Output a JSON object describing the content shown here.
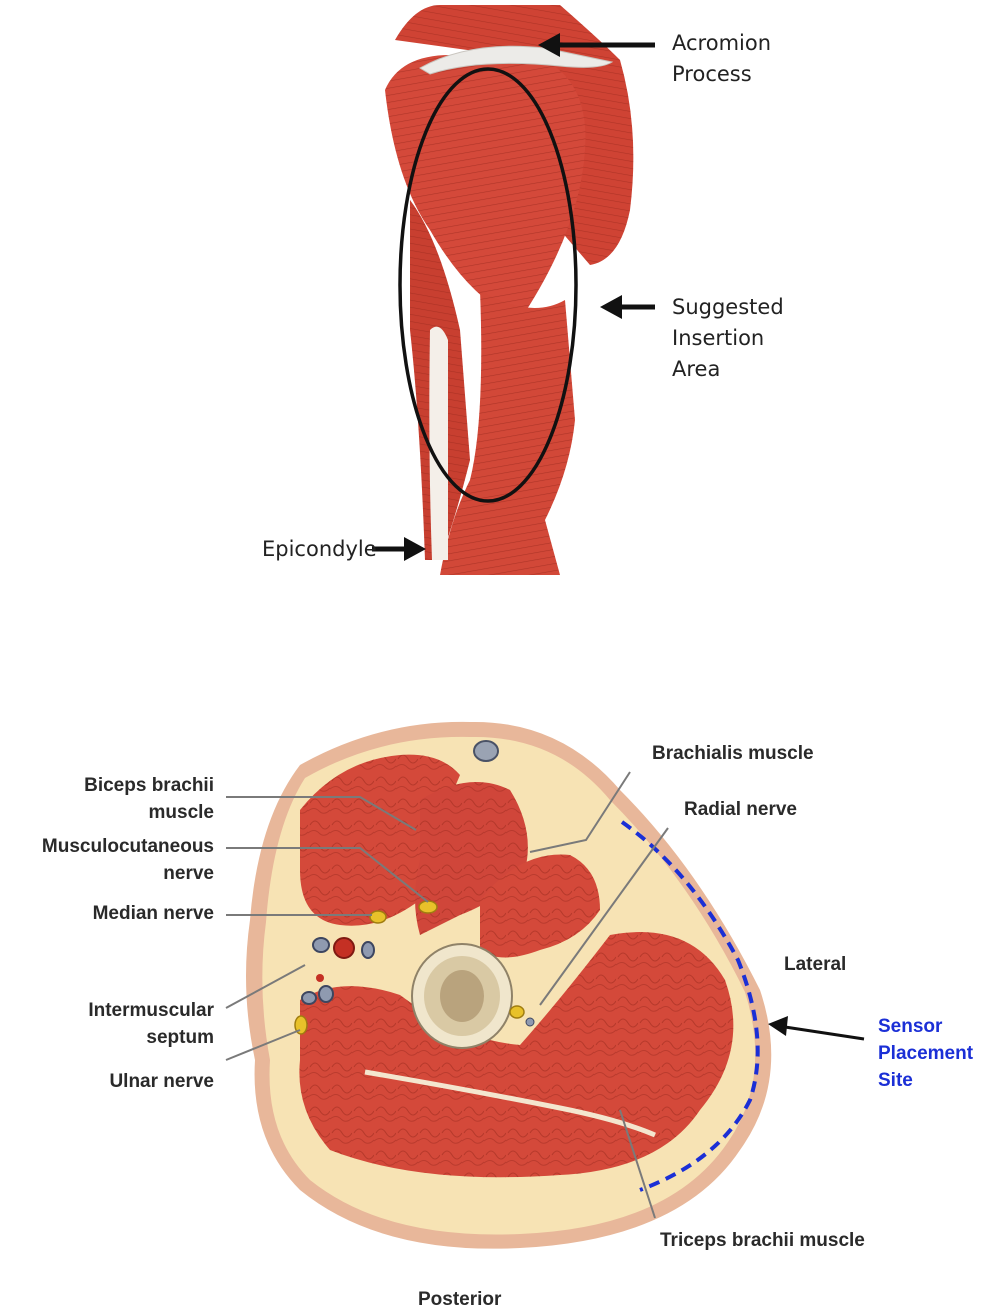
{
  "top_figure": {
    "labels": {
      "acromion": [
        "Acromion",
        "Process"
      ],
      "insertion": [
        "Suggested",
        "Insertion",
        "Area"
      ],
      "epicondyle": "Epicondyle"
    }
  },
  "bottom_figure": {
    "labels": {
      "biceps": [
        "Biceps brachii",
        "muscle"
      ],
      "musculocutaneous": [
        "Musculocutaneous",
        "nerve"
      ],
      "median": "Median nerve",
      "intermuscular": [
        "Intermuscular",
        "septum"
      ],
      "ulnar": "Ulnar nerve",
      "brachialis": "Brachialis muscle",
      "radial": "Radial nerve",
      "lateral": "Lateral",
      "sensor": [
        "Sensor",
        "Placement",
        "Site"
      ],
      "triceps": "Triceps brachii muscle",
      "posterior": "Posterior"
    }
  },
  "colors": {
    "muscle": "#d4493a",
    "muscle_dark": "#a92d22",
    "fat": "#f7e3b4",
    "skin": "#e8b79a",
    "sensor_line": "#1b2fd6"
  }
}
